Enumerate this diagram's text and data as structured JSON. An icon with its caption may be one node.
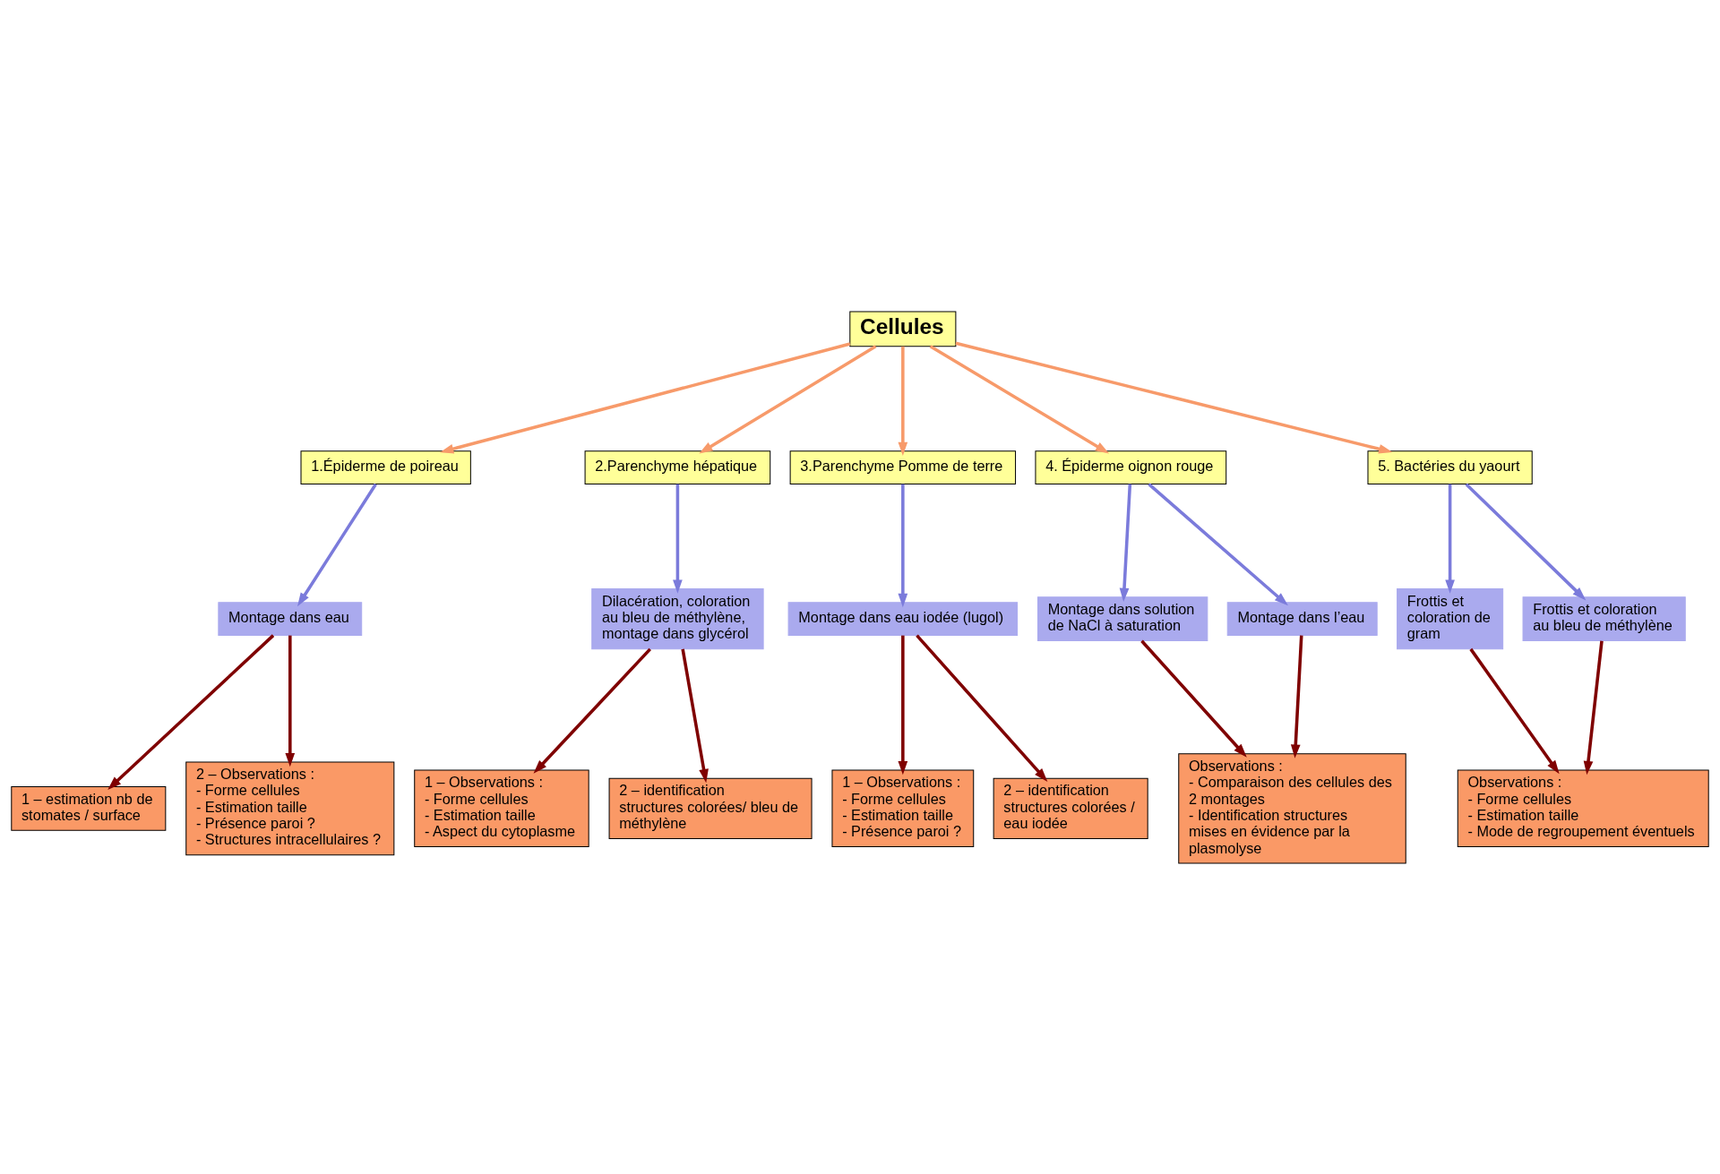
{
  "diagram": {
    "nodes": [
      {
        "text": [
          "Cellules"
        ]
      },
      {
        "text": [
          "1.Épiderme de poireau"
        ]
      },
      {
        "text": [
          "Montage dans eau"
        ]
      },
      {
        "text": [
          "1 – estimation nb de stomates / surface"
        ]
      },
      {
        "text": [
          "2 – Observations :",
          "- Forme cellules",
          "- Estimation taille",
          "- Présence paroi ?",
          "- Structures intracellulaires ?"
        ]
      },
      {
        "text": [
          "2.Parenchyme hépatique"
        ]
      },
      {
        "text": [
          "Dilacération, coloration au bleu de méthylène, montage dans glycérol"
        ]
      },
      {
        "text": [
          "1 – Observations :",
          "- Forme cellules",
          "- Estimation taille",
          "- Aspect du cytoplasme"
        ]
      },
      {
        "text": [
          "2 – identification structures colorées/ bleu de méthylène"
        ]
      },
      {
        "text": [
          "3.Parenchyme Pomme de terre"
        ]
      },
      {
        "text": [
          "Montage dans eau iodée (lugol)"
        ]
      },
      {
        "text": [
          "1 – Observations :",
          "- Forme cellules",
          "- Estimation taille",
          "- Présence paroi ?"
        ]
      },
      {
        "text": [
          "2 – identification structures colorées / eau iodée"
        ]
      },
      {
        "text": [
          "4. Épiderme oignon rouge"
        ]
      },
      {
        "text": [
          "Montage dans solution de NaCl à saturation"
        ]
      },
      {
        "text": [
          "Montage dans l’eau"
        ]
      },
      {
        "text": [
          "Observations :",
          "- Comparaison des cellules des 2 montages",
          "- Identification structures mises en évidence par la plasmolyse"
        ]
      },
      {
        "text": [
          "5. Bactéries du yaourt"
        ]
      },
      {
        "text": [
          "Frottis et coloration de gram"
        ]
      },
      {
        "text": [
          "Frottis et coloration au bleu de méthylène"
        ]
      },
      {
        "text": [
          "Observations :",
          "- Forme cellules",
          "- Estimation taille",
          "- Mode de regroupement éventuels"
        ]
      }
    ],
    "edges": [
      {
        "from": 0,
        "to": 1,
        "arrow": "to",
        "color": "#f79a6a"
      },
      {
        "from": 0,
        "to": 5,
        "arrow": "to",
        "color": "#f79a6a"
      },
      {
        "from": 0,
        "to": 9,
        "arrow": "to",
        "color": "#f79a6a"
      },
      {
        "from": 0,
        "to": 13,
        "arrow": "to",
        "color": "#f79a6a"
      },
      {
        "from": 0,
        "to": 17,
        "arrow": "to",
        "color": "#f79a6a"
      },
      {
        "from": 1,
        "to": 2,
        "arrow": "to",
        "color": "#7b7bdb"
      },
      {
        "from": 2,
        "to": 3,
        "arrow": "to"
      },
      {
        "from": 2,
        "to": 4,
        "arrow": "to"
      },
      {
        "from": 5,
        "to": 6,
        "arrow": "to",
        "color": "#7b7bdb"
      },
      {
        "from": 6,
        "to": 7,
        "arrow": "to"
      },
      {
        "from": 6,
        "to": 8,
        "arrow": "to"
      },
      {
        "from": 9,
        "to": 10,
        "arrow": "to",
        "color": "#7b7bdb"
      },
      {
        "from": 10,
        "to": 11,
        "arrow": "to"
      },
      {
        "from": 10,
        "to": 12,
        "arrow": "to"
      },
      {
        "from": 13,
        "to": 14,
        "arrow": "to",
        "color": "#7b7bdb"
      },
      {
        "from": 13,
        "to": 15,
        "arrow": "to",
        "color": "#7b7bdb"
      },
      {
        "from": 14,
        "to": 16,
        "arrow": "to"
      },
      {
        "from": 15,
        "to": 16,
        "arrow": "to"
      },
      {
        "from": 17,
        "to": 18,
        "arrow": "to",
        "color": "#7b7bdb"
      },
      {
        "from": 17,
        "to": 19,
        "arrow": "to",
        "color": "#7b7bdb"
      },
      {
        "from": 18,
        "to": 20,
        "arrow": "to"
      },
      {
        "from": 19,
        "to": 20,
        "arrow": "to"
      }
    ]
  }
}
